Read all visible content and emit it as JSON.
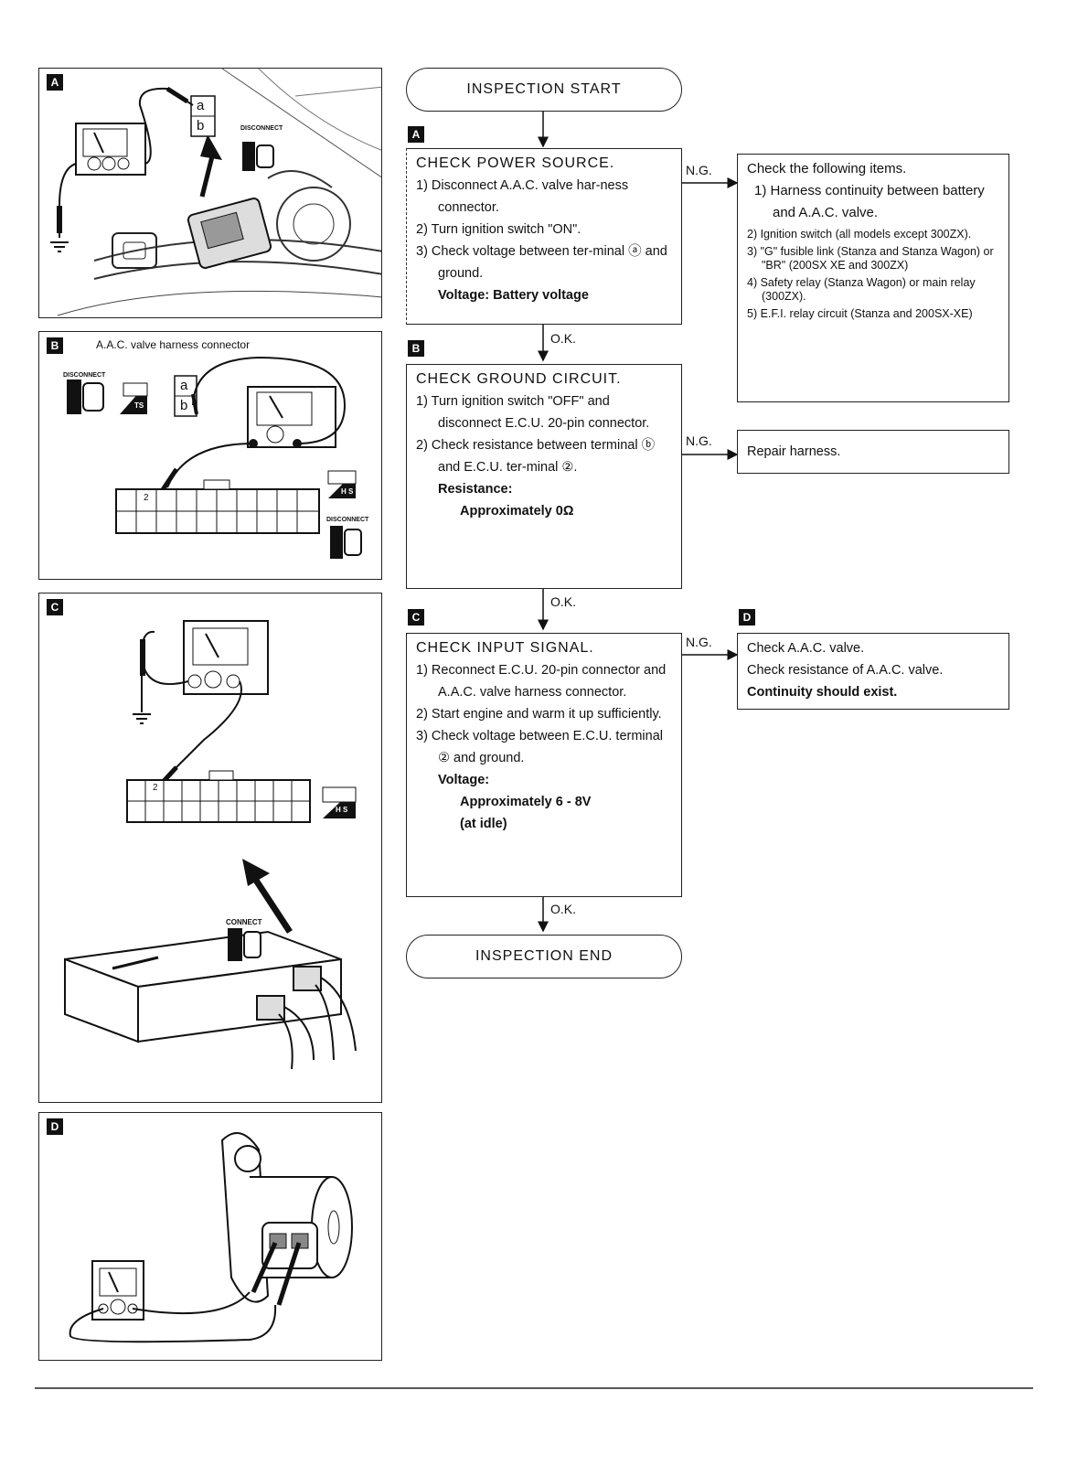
{
  "panels": {
    "a": {
      "tag": "A",
      "disconnect": "DISCONNECT",
      "term_a": "a",
      "term_b": "b"
    },
    "b": {
      "tag": "B",
      "title": "A.A.C. valve harness connector",
      "disconnect": "DISCONNECT",
      "term_a": "a",
      "term_b": "b",
      "pin": "2",
      "badge1": "TS",
      "badge2": "H S",
      "disconnect2": "DISCONNECT"
    },
    "c": {
      "tag": "C",
      "pin": "2",
      "badge": "H S",
      "connect": "CONNECT"
    },
    "d": {
      "tag": "D"
    }
  },
  "flow": {
    "start": "INSPECTION START",
    "end": "INSPECTION END",
    "ng": "N.G.",
    "ok": "O.K.",
    "step_a": {
      "tag": "A",
      "title": "CHECK POWER SOURCE.",
      "items": [
        "1) Disconnect A.A.C. valve har-ness connector.",
        "2) Turn ignition switch \"ON\".",
        "3) Check voltage between ter-minal ⓐ and ground."
      ],
      "result": "Voltage:  Battery voltage"
    },
    "step_b": {
      "tag": "B",
      "title": "CHECK GROUND CIRCUIT.",
      "items": [
        "1) Turn ignition switch \"OFF\" and disconnect E.C.U. 20-pin connector.",
        "2) Check resistance between terminal ⓑ and E.C.U. ter-minal ②."
      ],
      "result_label": "Resistance:",
      "result_value": "Approximately 0Ω"
    },
    "step_c": {
      "tag": "C",
      "title": "CHECK INPUT SIGNAL.",
      "items": [
        "1) Reconnect E.C.U. 20-pin connector and A.A.C. valve harness connector.",
        "2) Start engine and warm it up sufficiently.",
        "3) Check voltage between E.C.U. terminal ② and ground."
      ],
      "result_label": "Voltage:",
      "result_value": "Approximately 6 - 8V",
      "result_note": "(at idle)"
    },
    "ng_a": {
      "title": "Check the following items.",
      "items": [
        "1) Harness continuity between battery and A.A.C. valve."
      ],
      "small_items": [
        "2) Ignition switch (all models except 300ZX).",
        "3) \"G\" fusible link (Stanza and Stanza Wagon) or \"BR\" (200SX XE and 300ZX)",
        "4) Safety relay (Stanza Wagon) or main relay (300ZX).",
        "5) E.F.I. relay circuit (Stanza and 200SX-XE)"
      ]
    },
    "ng_b": {
      "text": "Repair harness."
    },
    "ng_c": {
      "tag": "D",
      "line1": "Check A.A.C. valve.",
      "line2": "Check resistance of A.A.C. valve.",
      "line3": "Continuity should exist."
    }
  }
}
